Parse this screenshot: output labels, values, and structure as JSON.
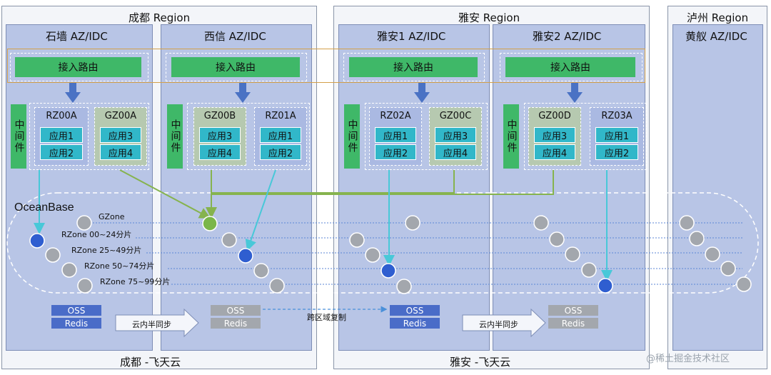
{
  "regions": [
    {
      "title": "成都 Region",
      "footer": "成都 -飞天云"
    },
    {
      "title": "雅安 Region",
      "footer": "雅安 -飞天云"
    },
    {
      "title": "泸州 Region",
      "footer": ""
    }
  ],
  "azs": [
    {
      "title": "石墙 AZ/IDC"
    },
    {
      "title": "西信 AZ/IDC"
    },
    {
      "title": "雅安1 AZ/IDC"
    },
    {
      "title": "雅安2 AZ/IDC"
    },
    {
      "title": "黄舣 AZ/IDC"
    }
  ],
  "access_route": "接入路由",
  "middleware": "中间件",
  "zones": [
    {
      "name": "RZ00A",
      "apps": [
        "应用1",
        "应用2"
      ]
    },
    {
      "name": "GZ00A",
      "apps": [
        "应用3",
        "应用4"
      ]
    },
    {
      "name": "GZ00B",
      "apps": [
        "应用3",
        "应用4"
      ]
    },
    {
      "name": "RZ01A",
      "apps": [
        "应用1",
        "应用2"
      ]
    },
    {
      "name": "RZ02A",
      "apps": [
        "应用1",
        "应用2"
      ]
    },
    {
      "name": "GZ00C",
      "apps": [
        "应用3",
        "应用4"
      ]
    },
    {
      "name": "GZ00D",
      "apps": [
        "应用3",
        "应用4"
      ]
    },
    {
      "name": "RZ03A",
      "apps": [
        "应用1",
        "应用2"
      ]
    }
  ],
  "oceanbase": {
    "title": "OceanBase",
    "rows": [
      "GZone",
      "RZone 00~24分片",
      "RZone 25~49分片",
      "RZone 50~74分片",
      "RZone 75~99分片"
    ]
  },
  "storage": {
    "oss": "OSS",
    "redis": "Redis"
  },
  "sync_label": "云内半同步",
  "cross_region_label": "跨区域复制",
  "watermark": "@稀土掘金技术社区",
  "colors": {
    "route_green": "#3fb868",
    "app_teal": "#31b7c9",
    "zone_r_bg": "#aab9e2",
    "zone_g_bg": "#b6c9b0",
    "az_blue": "#b8c5e6",
    "arrow_blue": "#4a72c4",
    "node_blue": "#2f5ed0",
    "node_gray": "#a3a7ad",
    "node_green": "#7ab648",
    "link_cyan": "#48c8d8",
    "link_green": "#86b34e",
    "storage_active": "#4a6cc8",
    "storage_inactive": "#a3a7ad",
    "orange_line": "#d4a04a"
  },
  "icons": [
    "down-arrow-icon",
    "right-arrow-icon",
    "dashed-arrow-icon"
  ]
}
